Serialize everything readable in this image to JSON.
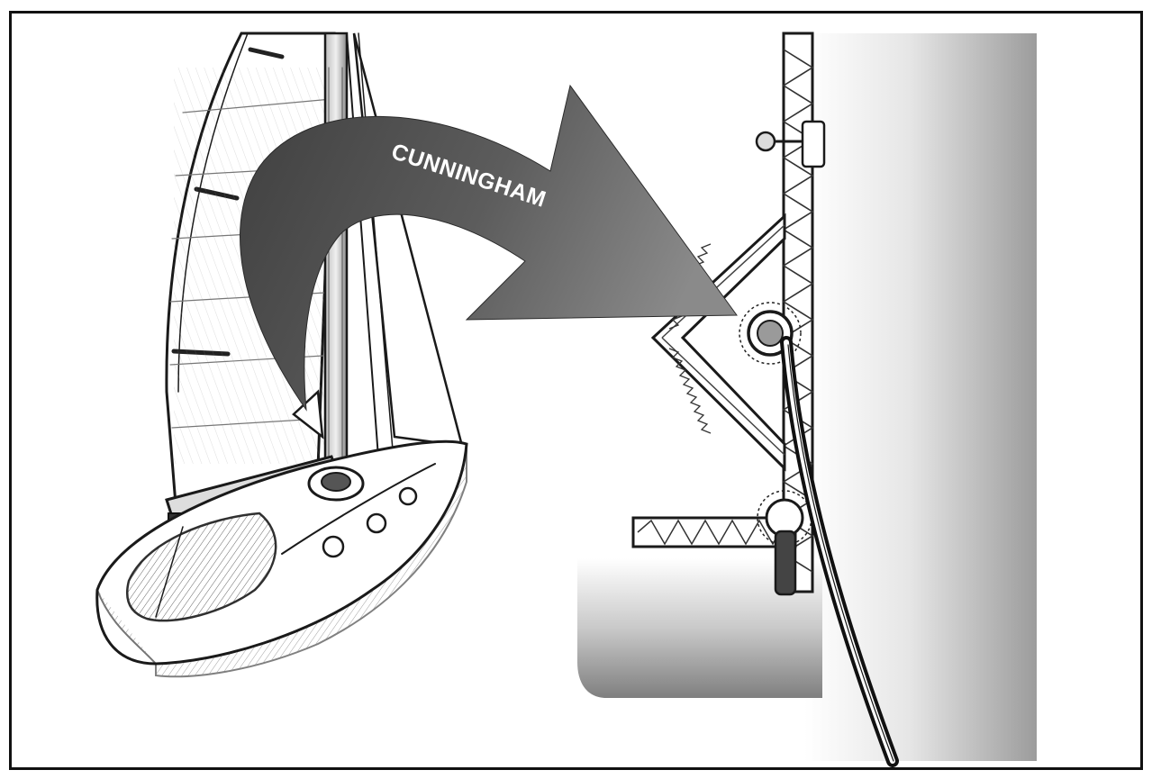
{
  "diagram": {
    "arrow_label": "CUNNINGHAM",
    "colors": {
      "frame": "#111111",
      "arrow_dark": "#4a4a4a",
      "arrow_light": "#9a9a9a",
      "sketch_line": "#1a1a1a",
      "sail_panel_light": "#f4f4f4",
      "sail_panel_dark": "#9e9e9e"
    },
    "icons": [
      "sailboat-sketch",
      "curved-arrow",
      "mast-section",
      "sail-panel",
      "cunningham-eye",
      "cunningham-line"
    ]
  }
}
